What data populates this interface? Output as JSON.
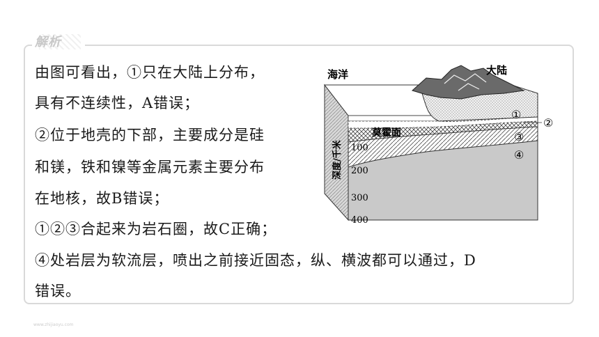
{
  "badge": {
    "label": "解析"
  },
  "lines": [
    "由图可看出，①只在大陆上分布，",
    "具有不连续性，A错误；",
    "②位于地壳的下部，主要成分是硅",
    "和镁，铁和镍等金属元素主要分布",
    "在地核，故B错误；",
    "①②③合起来为岩石圈，故C正确；",
    "④处岩层为软流层，喷出之前接近固态，纵、横波都可以通过，D",
    "错误。"
  ],
  "figure": {
    "label_ocean": "海洋",
    "label_continent": "大陆",
    "label_moho": "莫霍面",
    "axis_label": "深度/千米",
    "depth_ticks": [
      "100",
      "200",
      "300",
      "400"
    ],
    "markers": [
      "①",
      "②",
      "③",
      "④"
    ]
  },
  "footer": {
    "url": "www.zhijiaoyu.com"
  }
}
